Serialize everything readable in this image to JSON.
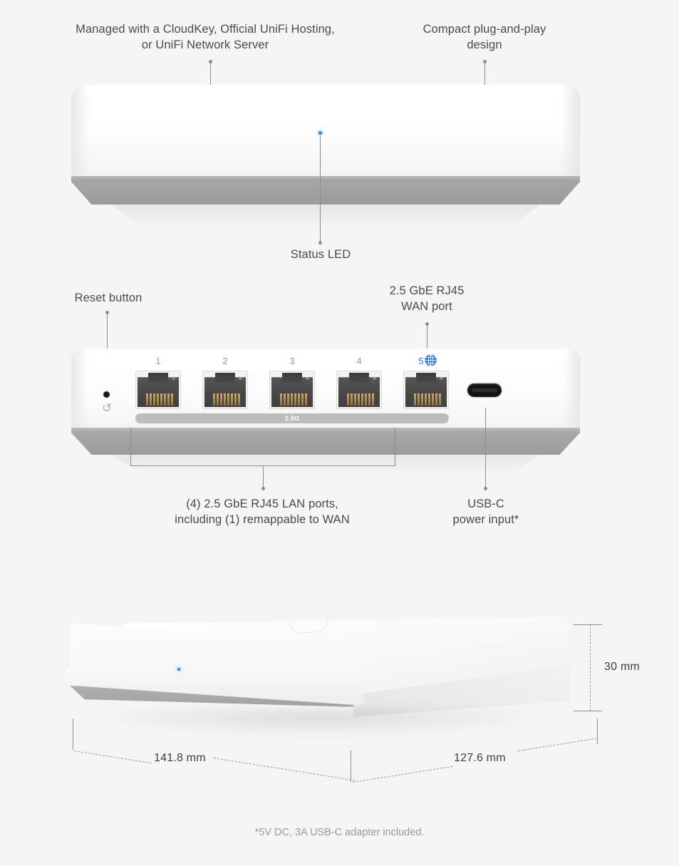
{
  "page": {
    "background_color": "#f5f5f5",
    "text_color": "#4a4a4a",
    "accent_color": "#1d8fe8",
    "wan_icon_color": "#2f6fd0"
  },
  "callouts": {
    "managed": "Managed with a CloudKey, Official UniFi Hosting,\nor UniFi Network Server",
    "compact": "Compact plug-and-play\ndesign",
    "status_led": "Status LED",
    "reset_button": "Reset button",
    "wan_port": "2.5 GbE RJ45\nWAN port",
    "lan_ports": "(4) 2.5 GbE RJ45 LAN ports,\nincluding (1) remappable to WAN",
    "usb_power": "USB-C\npower input*"
  },
  "ports": {
    "numbers": [
      "1",
      "2",
      "3",
      "4",
      "5"
    ],
    "wan_port_number": "5",
    "wan_icon": "globe-icon",
    "speed_label": "2.5G",
    "usb_icon": "usb-c-port-icon",
    "reset_icon": "reset-circular-arrow-icon"
  },
  "dimensions": {
    "width_mm": "141.8 mm",
    "depth_mm": "127.6 mm",
    "height_mm": "30 mm"
  },
  "footnote": "*5V DC, 3A USB-C adapter included."
}
